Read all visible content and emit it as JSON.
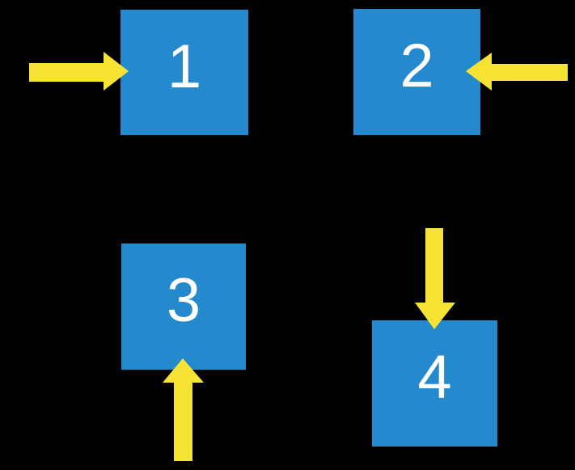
{
  "diagram": {
    "description": "Four numbered blue squares on a black background, each with a yellow arrow pointing into it",
    "squares": [
      {
        "label": "1",
        "arrow_direction": "right"
      },
      {
        "label": "2",
        "arrow_direction": "left"
      },
      {
        "label": "3",
        "arrow_direction": "up"
      },
      {
        "label": "4",
        "arrow_direction": "down"
      }
    ]
  },
  "colors": {
    "background": "#000000",
    "square_fill": "#2589CE",
    "arrow_fill": "#F7E333",
    "label_text": "#FFFFFF"
  }
}
